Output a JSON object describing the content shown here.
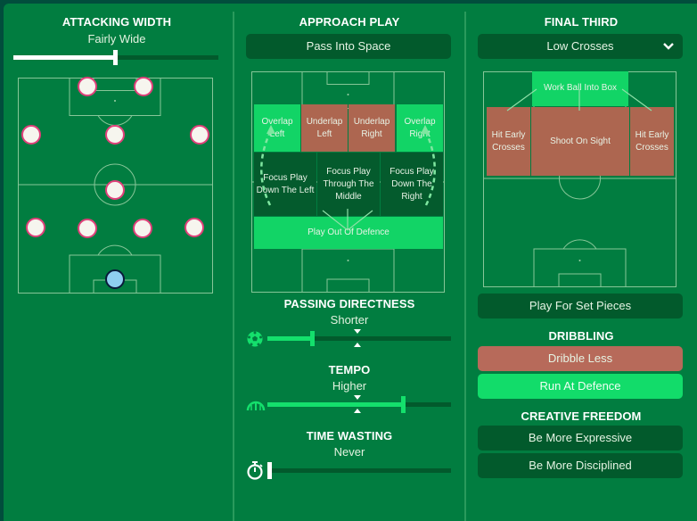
{
  "attacking_width": {
    "title": "ATTACKING WIDTH",
    "value": "Fairly Wide",
    "slider_fraction": 0.5,
    "formation_players": [
      {
        "role": "striker-left",
        "type": "outfield"
      },
      {
        "role": "striker-right",
        "type": "outfield"
      },
      {
        "role": "left-midfield",
        "type": "outfield"
      },
      {
        "role": "attacking-midfield",
        "type": "outfield"
      },
      {
        "role": "right-midfield",
        "type": "outfield"
      },
      {
        "role": "defensive-midfield",
        "type": "outfield"
      },
      {
        "role": "left-back",
        "type": "outfield"
      },
      {
        "role": "centre-back-left",
        "type": "outfield"
      },
      {
        "role": "centre-back-right",
        "type": "outfield"
      },
      {
        "role": "right-back",
        "type": "outfield"
      },
      {
        "role": "goalkeeper",
        "type": "goalkeeper"
      }
    ]
  },
  "approach_play": {
    "title": "APPROACH PLAY",
    "selected": "Pass Into Space",
    "zones": {
      "overlap_left": "Overlap Left",
      "underlap_left": "Underlap Left",
      "underlap_right": "Underlap Right",
      "overlap_right": "Overlap Right",
      "focus_left": "Focus Play Down The Left",
      "focus_middle": "Focus Play Through The Middle",
      "focus_right": "Focus Play Down The Right",
      "play_out_of_defence": "Play Out Of Defence"
    }
  },
  "passing_directness": {
    "title": "PASSING DIRECTNESS",
    "value": "Shorter",
    "slider_fraction": 0.25,
    "icon": "football-icon"
  },
  "tempo": {
    "title": "TEMPO",
    "value": "Higher",
    "slider_fraction": 0.75,
    "icon": "speedometer-icon"
  },
  "time_wasting": {
    "title": "TIME WASTING",
    "value": "Never",
    "slider_fraction": 0.0,
    "icon": "stopwatch-icon"
  },
  "final_third": {
    "title": "FINAL THIRD",
    "selected": "Low Crosses",
    "zones": {
      "work_ball_into_box": "Work Ball Into Box",
      "hit_early_crosses_left": "Hit Early Crosses",
      "shoot_on_sight": "Shoot On Sight",
      "hit_early_crosses_right": "Hit Early Crosses"
    },
    "set_pieces_button": "Play For Set Pieces"
  },
  "dribbling": {
    "title": "DRIBBLING",
    "options": [
      "Dribble Less",
      "Run At Defence"
    ]
  },
  "creative_freedom": {
    "title": "CREATIVE FREEDOM",
    "options": [
      "Be More Expressive",
      "Be More Disciplined"
    ]
  },
  "colors": {
    "background": "#017d40",
    "dark_button": "#025a2c",
    "active_green": "#12dc6a",
    "declined_red": "#b76a5a",
    "player_border": "#e0407a",
    "goalkeeper_fill": "#8ecff0"
  }
}
